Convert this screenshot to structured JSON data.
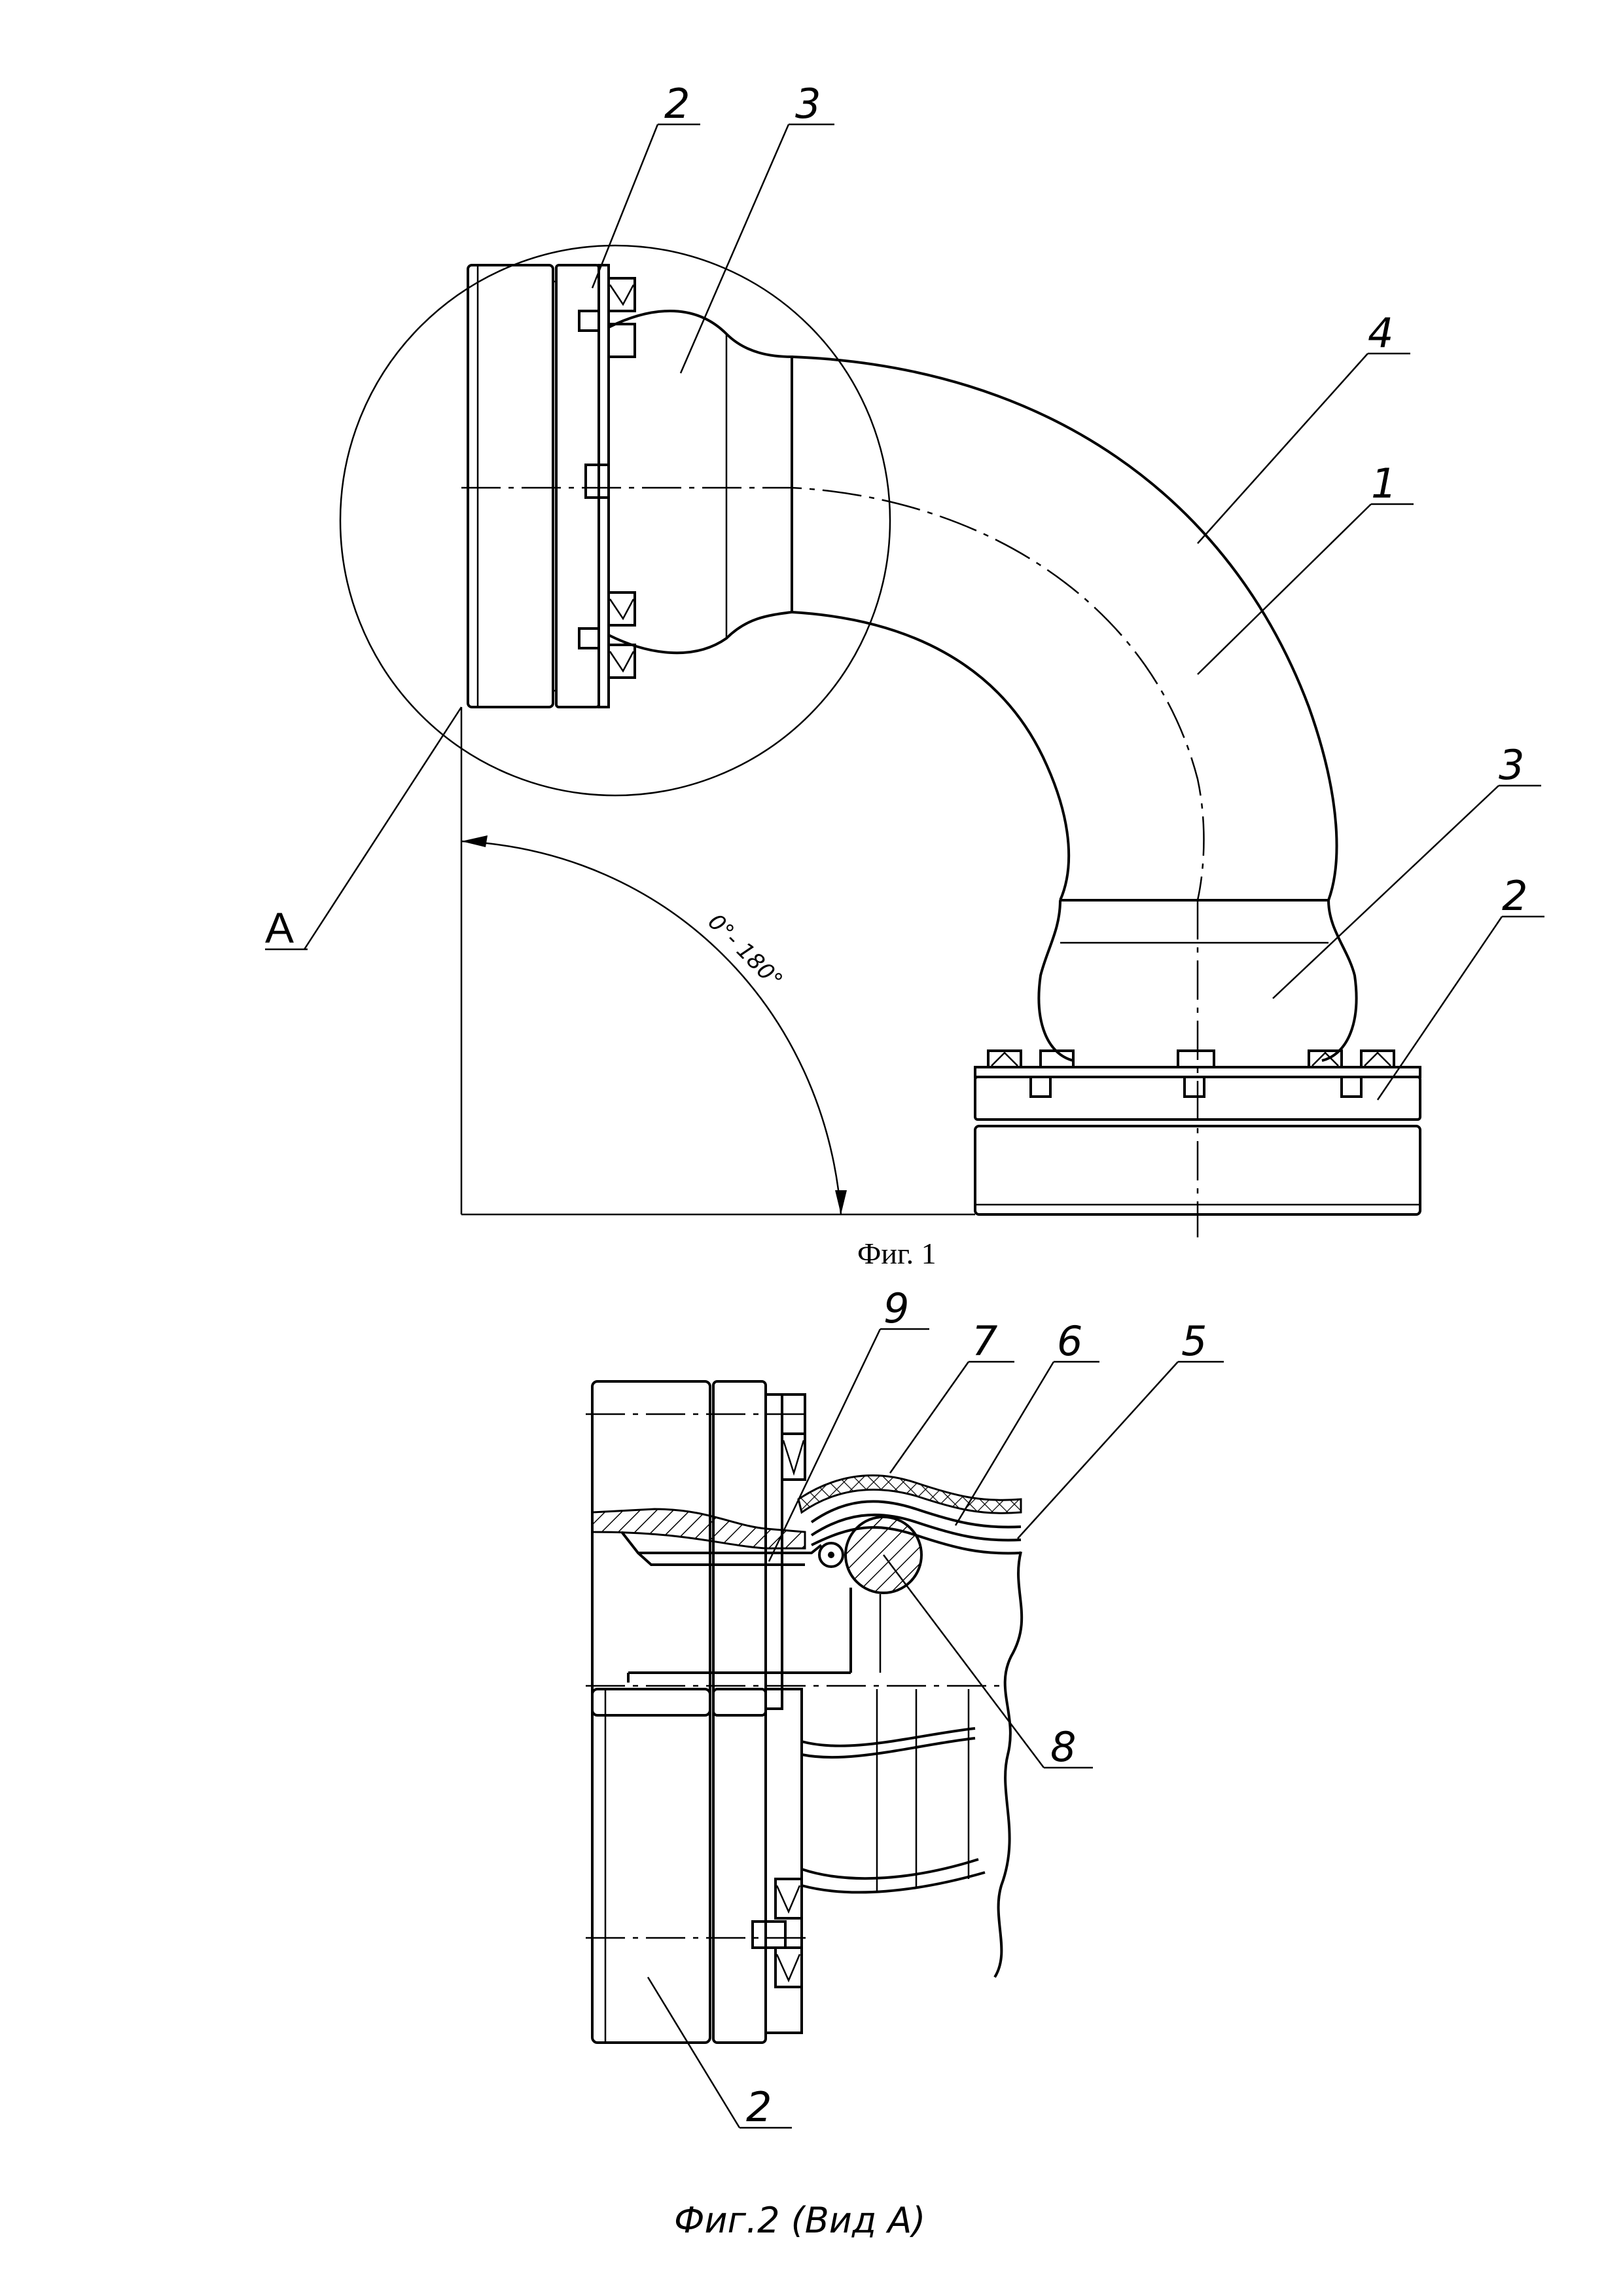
{
  "figure1": {
    "caption": "Фиг. 1",
    "view_marker": "A",
    "angle_label": "0°- 180°",
    "callouts": [
      {
        "key": "flange-top",
        "text": "2"
      },
      {
        "key": "collar-top",
        "text": "3"
      },
      {
        "key": "outer-layer",
        "text": "4"
      },
      {
        "key": "pipe-body",
        "text": "1"
      },
      {
        "key": "collar-bottom",
        "text": "3"
      },
      {
        "key": "flange-bottom",
        "text": "2"
      }
    ]
  },
  "figure2": {
    "caption": "Фиг.2 (Вид А)",
    "callouts": [
      {
        "key": "insert",
        "text": "9"
      },
      {
        "key": "layer-7",
        "text": "7"
      },
      {
        "key": "layer-6",
        "text": "6"
      },
      {
        "key": "layer-5",
        "text": "5"
      },
      {
        "key": "ring",
        "text": "8"
      },
      {
        "key": "flange",
        "text": "2"
      }
    ]
  }
}
